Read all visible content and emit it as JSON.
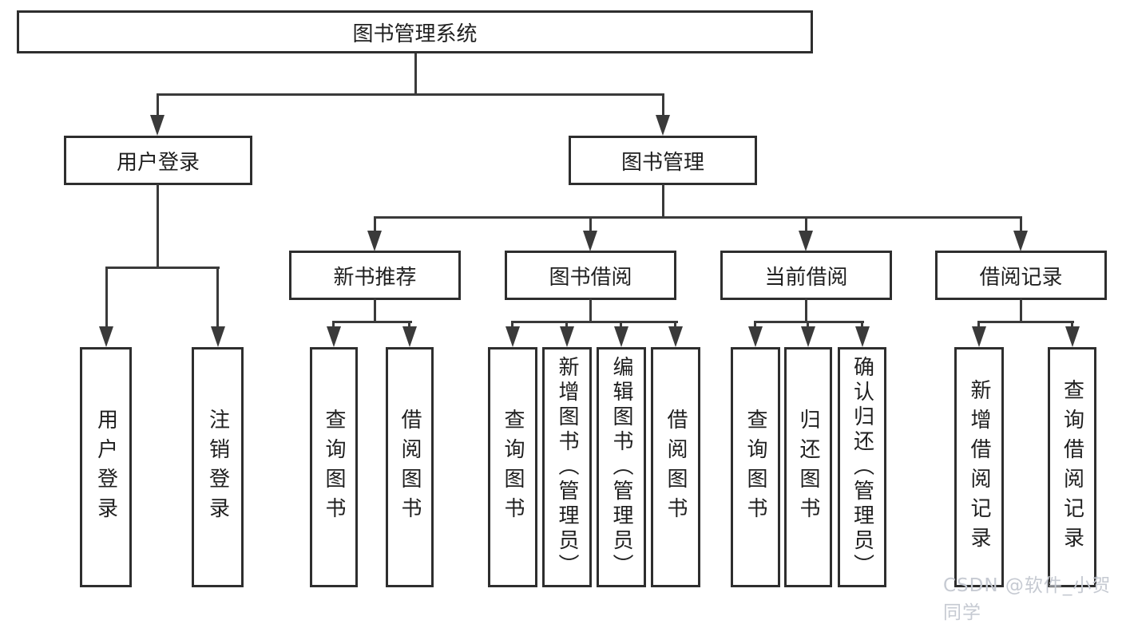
{
  "diagram": {
    "root": {
      "label": "图书管理系统"
    },
    "level2": [
      {
        "label": "用户登录"
      },
      {
        "label": "图书管理"
      }
    ],
    "level3": [
      {
        "label": "新书推荐"
      },
      {
        "label": "图书借阅"
      },
      {
        "label": "当前借阅"
      },
      {
        "label": "借阅记录"
      }
    ],
    "leaves": [
      {
        "label": "用户登录"
      },
      {
        "label": "注销登录"
      },
      {
        "label": "查询图书"
      },
      {
        "label": "借阅图书"
      },
      {
        "label": "查询图书"
      },
      {
        "label": "新增图书（管理员）"
      },
      {
        "label": "编辑图书（管理员）"
      },
      {
        "label": "借阅图书"
      },
      {
        "label": "查询图书"
      },
      {
        "label": "归还图书"
      },
      {
        "label": "确认归还（管理员）"
      },
      {
        "label": "新增借阅记录"
      },
      {
        "label": "查询借阅记录"
      }
    ]
  },
  "watermark": {
    "text": "CSDN @软件_小贺同学"
  },
  "colors": {
    "line": "#3a3a3a",
    "border": "#2e2e2e",
    "text": "#1f1f1f",
    "background": "#ffffff",
    "watermark": "#c6cad2"
  }
}
